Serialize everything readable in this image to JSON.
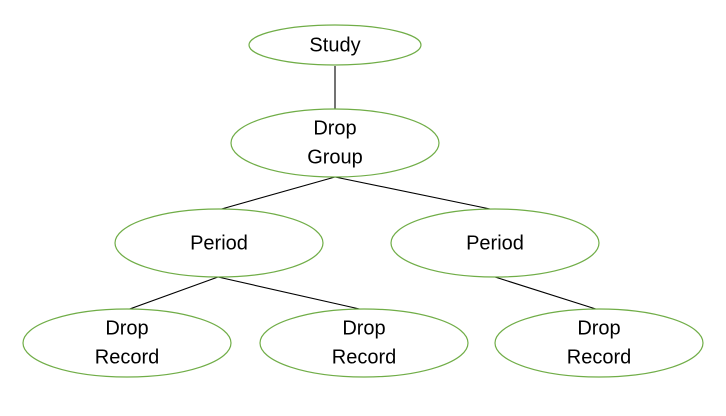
{
  "diagram": {
    "type": "hierarchy",
    "style": {
      "node_stroke_color": "#70ad47",
      "edge_color": "#000000",
      "text_color": "#000000",
      "background_color": "#ffffff"
    },
    "nodes": [
      {
        "id": "study",
        "lines": [
          "Study"
        ]
      },
      {
        "id": "drop_group",
        "lines": [
          "Drop",
          "Group"
        ]
      },
      {
        "id": "period_left",
        "lines": [
          "Period"
        ]
      },
      {
        "id": "period_right",
        "lines": [
          "Period"
        ]
      },
      {
        "id": "record_1",
        "lines": [
          "Drop",
          "Record"
        ]
      },
      {
        "id": "record_2",
        "lines": [
          "Drop",
          "Record"
        ]
      },
      {
        "id": "record_3",
        "lines": [
          "Drop",
          "Record"
        ]
      }
    ],
    "edges": [
      {
        "from": "study",
        "to": "drop_group"
      },
      {
        "from": "drop_group",
        "to": "period_left"
      },
      {
        "from": "drop_group",
        "to": "period_right"
      },
      {
        "from": "period_left",
        "to": "record_1"
      },
      {
        "from": "period_left",
        "to": "record_2"
      },
      {
        "from": "period_right",
        "to": "record_3"
      }
    ]
  }
}
